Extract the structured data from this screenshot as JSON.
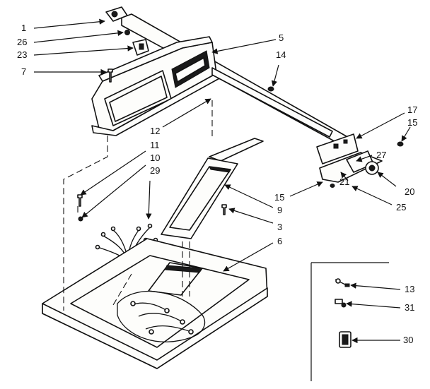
{
  "callouts": {
    "c1": "1",
    "c26": "26",
    "c23": "23",
    "c7": "7",
    "c5": "5",
    "c14": "14",
    "c12": "12",
    "c11": "11",
    "c10": "10",
    "c29": "29",
    "c17": "17",
    "c15a": "15",
    "c27": "27",
    "c21": "21",
    "c20": "20",
    "c25": "25",
    "c15b": "15",
    "c9": "9",
    "c3": "3",
    "c6": "6",
    "c13": "13",
    "c31": "31",
    "c30": "30"
  },
  "arrowhead-icon": "arrowhead-icon"
}
